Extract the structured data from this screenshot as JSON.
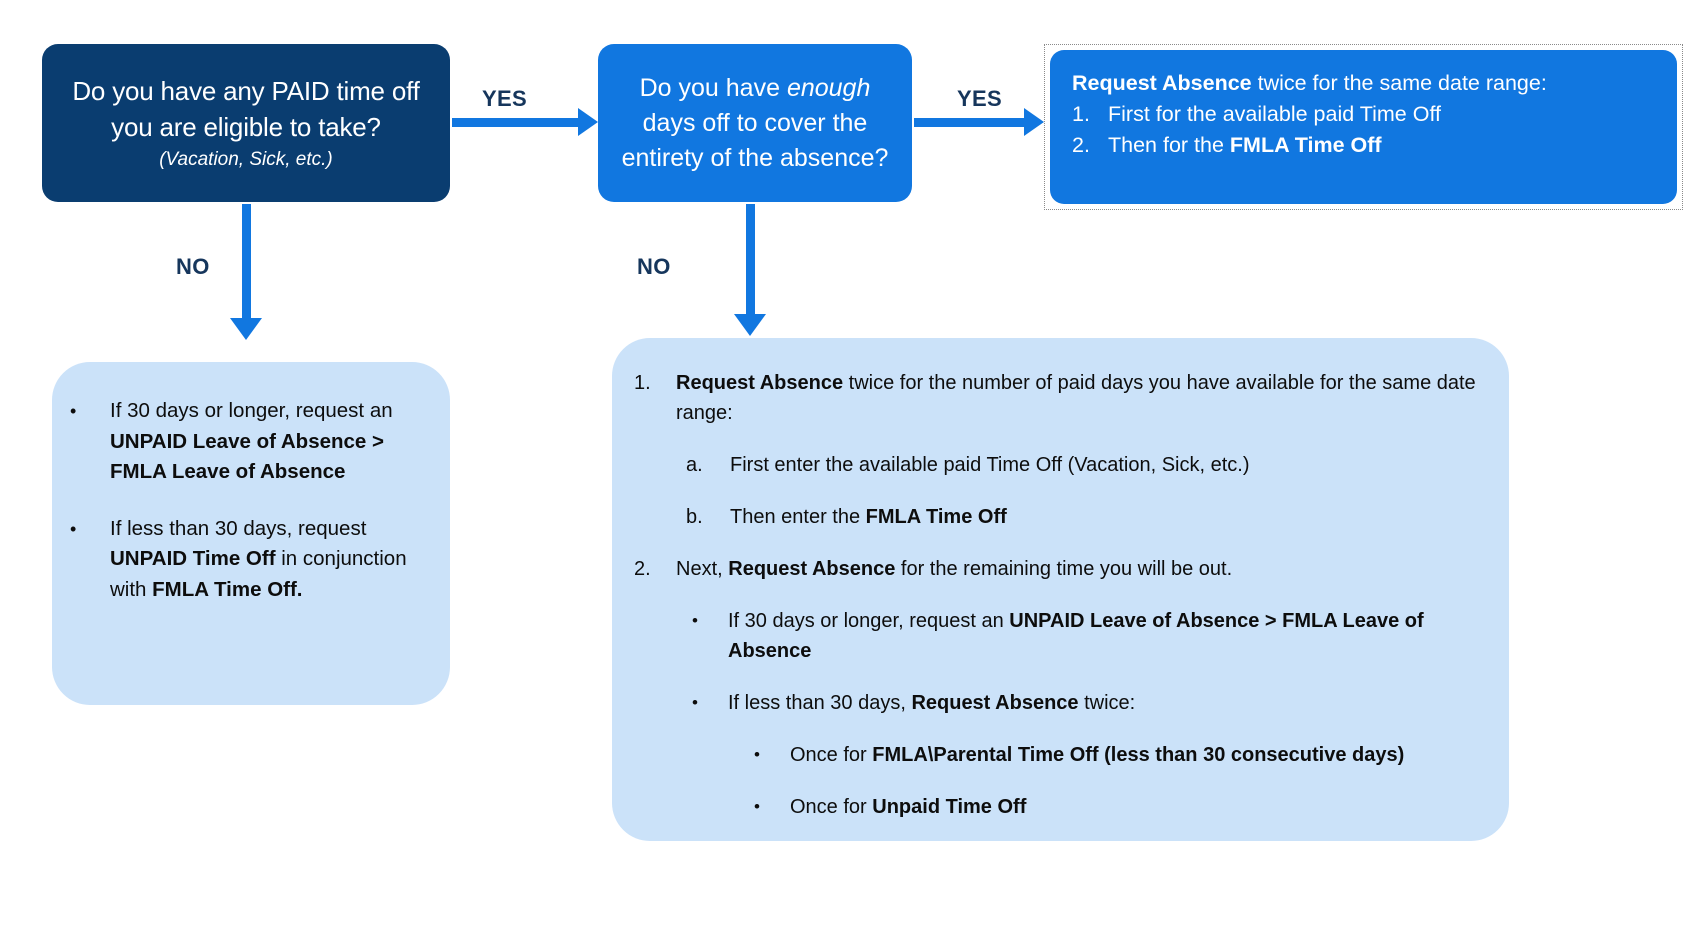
{
  "diagram": {
    "title": "FMLA Time Off Request Decision Flowchart",
    "colors": {
      "dark_navy": "#0A3D70",
      "blue": "#1177E0",
      "light_blue_panel": "#CBE2F9",
      "label_navy": "#16365C",
      "white": "#FFFFFF"
    }
  },
  "nodes": {
    "question1": {
      "line1": "Do you have any PAID time off you are eligible to take?",
      "line2": "(Vacation, Sick, etc.)"
    },
    "question2": {
      "text_before": "Do you have ",
      "emphasis": "enough",
      "text_after": " days off to cover the entirety of the absence?"
    },
    "answer_yes_yes": {
      "heading_bold": "Request Absence",
      "heading_rest": " twice for the same date range:",
      "items": [
        {
          "num": "1.",
          "text_plain": "First for the available paid Time Off",
          "text_bold": ""
        },
        {
          "num": "2.",
          "text_plain": "Then for the ",
          "text_bold": "FMLA Time Off"
        }
      ]
    }
  },
  "edges": [
    {
      "label": "YES",
      "from": "question1",
      "to": "question2"
    },
    {
      "label": "YES",
      "from": "question2",
      "to": "answer_yes_yes"
    },
    {
      "label": "NO",
      "from": "question1",
      "to": "panel_left"
    },
    {
      "label": "NO",
      "from": "question2",
      "to": "panel_right"
    }
  ],
  "panel_left": {
    "bullets": [
      {
        "marker": "•",
        "segments": [
          {
            "text": "If 30 days or longer, request an ",
            "bold": false
          },
          {
            "text": "UNPAID Leave of Absence  > FMLA Leave of Absence",
            "bold": true
          }
        ]
      },
      {
        "marker": "•",
        "segments": [
          {
            "text": "If less than 30 days, request ",
            "bold": false
          },
          {
            "text": "UNPAID Time Off",
            "bold": true
          },
          {
            "text": " in conjunction with ",
            "bold": false
          },
          {
            "text": "FMLA Time Off.",
            "bold": true
          }
        ]
      }
    ]
  },
  "panel_right": {
    "items": [
      {
        "level": 1,
        "marker": "1.",
        "segments": [
          {
            "text": "Request Absence",
            "bold": true
          },
          {
            "text": " twice for the number of paid days you have available for the same date range:",
            "bold": false
          }
        ]
      },
      {
        "level": 2,
        "marker": "a.",
        "segments": [
          {
            "text": "First enter the available paid Time Off (Vacation, Sick, etc.)",
            "bold": false
          }
        ]
      },
      {
        "level": 2,
        "marker": "b.",
        "segments": [
          {
            "text": "Then enter the ",
            "bold": false
          },
          {
            "text": "FMLA Time Off",
            "bold": true
          }
        ]
      },
      {
        "level": 1,
        "marker": "2.",
        "segments": [
          {
            "text": "Next, ",
            "bold": false
          },
          {
            "text": "Request Absence",
            "bold": true
          },
          {
            "text": " for the remaining time you will be out.",
            "bold": false
          }
        ]
      },
      {
        "level": 3,
        "marker": "•",
        "segments": [
          {
            "text": "If 30 days or longer, request an ",
            "bold": false
          },
          {
            "text": "UNPAID Leave of Absence  > FMLA Leave of Absence",
            "bold": true
          }
        ]
      },
      {
        "level": 3,
        "marker": "•",
        "segments": [
          {
            "text": "If less than 30 days, ",
            "bold": false
          },
          {
            "text": "Request Absence",
            "bold": true
          },
          {
            "text": " twice:",
            "bold": false
          }
        ]
      },
      {
        "level": 4,
        "marker": "•",
        "segments": [
          {
            "text": "Once for ",
            "bold": false
          },
          {
            "text": "FMLA\\Parental Time Off (less than 30 consecutive days)",
            "bold": true
          }
        ]
      },
      {
        "level": 4,
        "marker": "•",
        "segments": [
          {
            "text": "Once for ",
            "bold": false
          },
          {
            "text": "Unpaid Time Off",
            "bold": true
          }
        ]
      }
    ]
  }
}
